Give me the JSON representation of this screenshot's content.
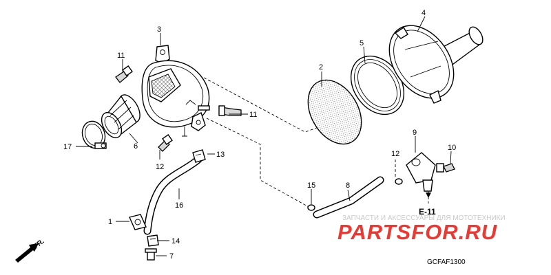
{
  "callouts": [
    "1",
    "2",
    "3",
    "4",
    "5",
    "6",
    "7",
    "8",
    "9",
    "10",
    "11",
    "12",
    "12",
    "13",
    "14",
    "14",
    "15",
    "16",
    "17"
  ],
  "direction_label": "FR.",
  "ref_label": "E-11",
  "diagram_code": "GCFAF1300",
  "watermark": {
    "subtitle": "ЗАПЧАСТИ И АКСЕССУАРЫ ДЛЯ МОТОТЕХНИКИ",
    "brand": "PARTSFOR.RU",
    "brand_color": "#e83a35"
  }
}
